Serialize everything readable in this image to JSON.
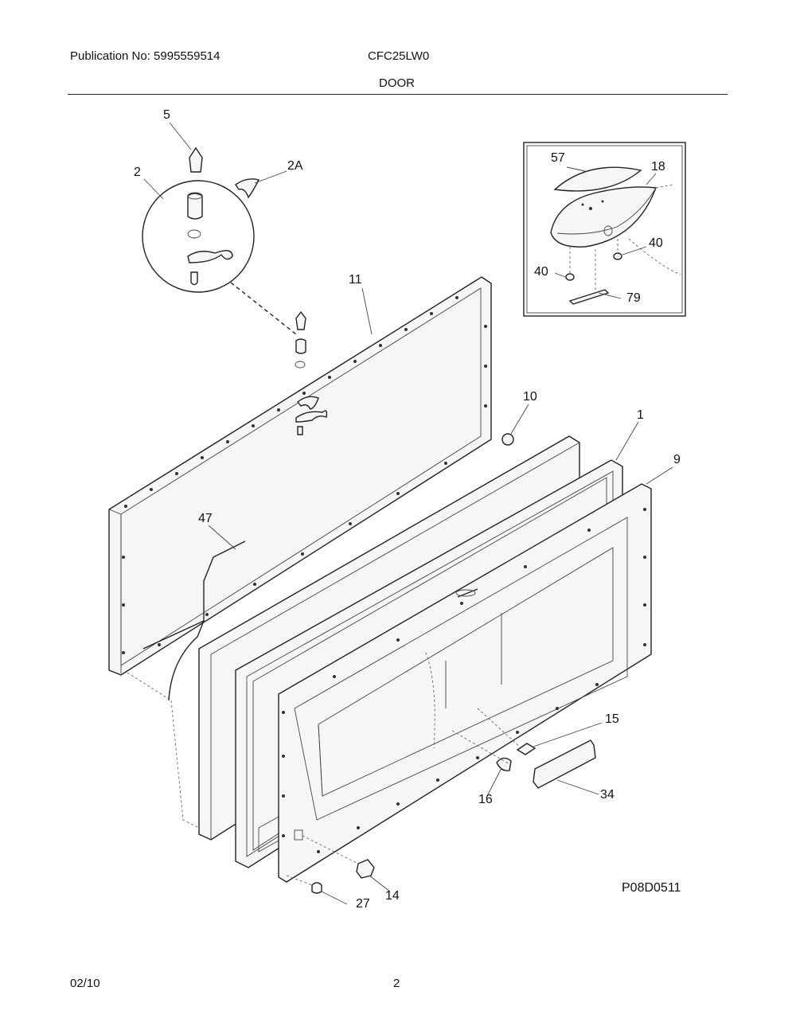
{
  "header": {
    "publication": "Publication No: 5995559514",
    "model": "CFC25LW0",
    "section": "DOOR"
  },
  "diagram": {
    "code": "P08D0511",
    "callouts": [
      {
        "id": "5",
        "text": "5"
      },
      {
        "id": "2",
        "text": "2"
      },
      {
        "id": "2A",
        "text": "2A"
      },
      {
        "id": "11",
        "text": "11"
      },
      {
        "id": "10",
        "text": "10"
      },
      {
        "id": "1",
        "text": "1"
      },
      {
        "id": "9",
        "text": "9"
      },
      {
        "id": "47",
        "text": "47"
      },
      {
        "id": "15",
        "text": "15"
      },
      {
        "id": "16",
        "text": "16"
      },
      {
        "id": "34",
        "text": "34"
      },
      {
        "id": "14",
        "text": "14"
      },
      {
        "id": "27",
        "text": "27"
      },
      {
        "id": "57",
        "text": "57"
      },
      {
        "id": "18",
        "text": "18"
      },
      {
        "id": "40a",
        "text": "40"
      },
      {
        "id": "40b",
        "text": "40"
      },
      {
        "id": "79",
        "text": "79"
      }
    ]
  },
  "footer": {
    "date": "02/10",
    "page": "2"
  }
}
